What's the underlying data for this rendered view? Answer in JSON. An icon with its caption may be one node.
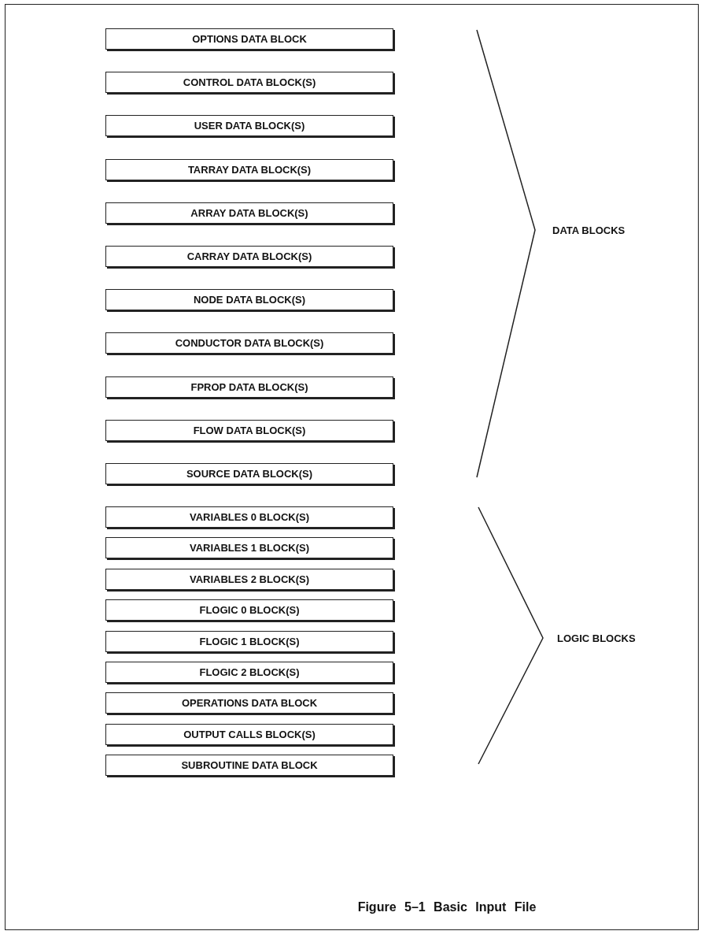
{
  "diagram": {
    "caption": "Figure 5–1 Basic Input File",
    "nodes": [
      {
        "text": [
          "OPTIONS DATA BLOCK"
        ]
      },
      {
        "text": [
          "CONTROL DATA BLOCK(S)"
        ]
      },
      {
        "text": [
          "USER DATA BLOCK(S)"
        ]
      },
      {
        "text": [
          "TARRAY DATA BLOCK(S)"
        ]
      },
      {
        "text": [
          "ARRAY DATA BLOCK(S)"
        ]
      },
      {
        "text": [
          "CARRAY DATA BLOCK(S)"
        ]
      },
      {
        "text": [
          "NODE DATA BLOCK(S)"
        ]
      },
      {
        "text": [
          "CONDUCTOR DATA BLOCK(S)"
        ]
      },
      {
        "text": [
          "FPROP DATA BLOCK(S)"
        ]
      },
      {
        "text": [
          "FLOW DATA BLOCK(S)"
        ]
      },
      {
        "text": [
          "SOURCE DATA BLOCK(S)"
        ]
      },
      {
        "text": [
          "VARIABLES 0 BLOCK(S)"
        ]
      },
      {
        "text": [
          "VARIABLES 1 BLOCK(S)"
        ]
      },
      {
        "text": [
          "VARIABLES 2 BLOCK(S)"
        ]
      },
      {
        "text": [
          "FLOGIC 0 BLOCK(S)"
        ]
      },
      {
        "text": [
          "FLOGIC 1 BLOCK(S)"
        ]
      },
      {
        "text": [
          "FLOGIC 2 BLOCK(S)"
        ]
      },
      {
        "text": [
          "OPERATIONS DATA BLOCK"
        ]
      },
      {
        "text": [
          "OUTPUT CALLS BLOCK(S)"
        ]
      },
      {
        "text": [
          "SUBROUTINE DATA BLOCK"
        ]
      }
    ],
    "edges": [],
    "labels": [
      "DATA BLOCKS",
      "LOGIC BLOCKS"
    ]
  }
}
